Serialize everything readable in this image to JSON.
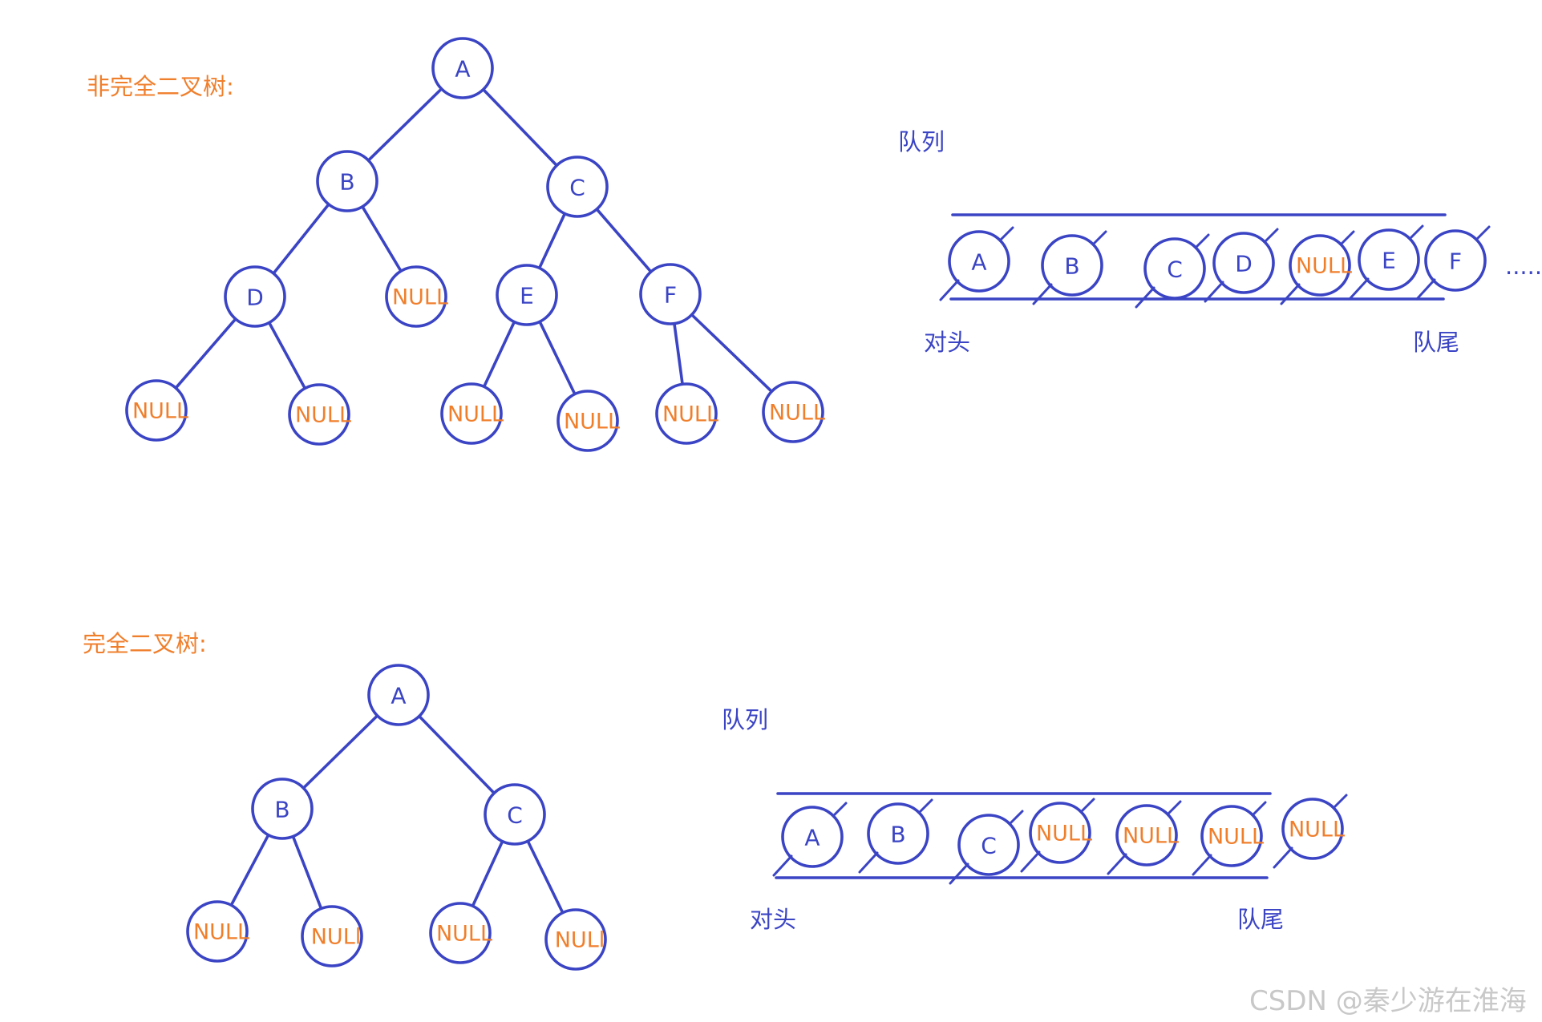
{
  "colors": {
    "ink": "#3a44c4",
    "accent": "#f07f2c",
    "watermark": "#c8c8c8"
  },
  "diagrams": [
    {
      "title": "非完全二叉树:",
      "nodes": [
        {
          "id": "A",
          "label": "A"
        },
        {
          "id": "B",
          "label": "B"
        },
        {
          "id": "C",
          "label": "C"
        },
        {
          "id": "D",
          "label": "D"
        },
        {
          "id": "n1",
          "label": "NULL"
        },
        {
          "id": "E",
          "label": "E"
        },
        {
          "id": "F",
          "label": "F"
        },
        {
          "id": "n2",
          "label": "NULL"
        },
        {
          "id": "n3",
          "label": "NULL"
        },
        {
          "id": "n4",
          "label": "NULL"
        },
        {
          "id": "n5",
          "label": "NULL"
        },
        {
          "id": "n6",
          "label": "NULL"
        },
        {
          "id": "n7",
          "label": "NULL"
        }
      ],
      "edges": [
        [
          "A",
          "B"
        ],
        [
          "A",
          "C"
        ],
        [
          "B",
          "D"
        ],
        [
          "B",
          "n1"
        ],
        [
          "C",
          "E"
        ],
        [
          "C",
          "F"
        ],
        [
          "D",
          "n2"
        ],
        [
          "D",
          "n3"
        ],
        [
          "E",
          "n4"
        ],
        [
          "E",
          "n5"
        ],
        [
          "F",
          "n6"
        ],
        [
          "F",
          "n7"
        ]
      ],
      "queue": {
        "title": "队列",
        "items": [
          "A",
          "B",
          "C",
          "D",
          "NULL",
          "E",
          "F"
        ],
        "ellipsis": "......",
        "head_label": "对头",
        "tail_label": "队尾"
      }
    },
    {
      "title": "完全二叉树:",
      "nodes": [
        {
          "id": "A",
          "label": "A"
        },
        {
          "id": "B",
          "label": "B"
        },
        {
          "id": "C",
          "label": "C"
        },
        {
          "id": "n1",
          "label": "NULL"
        },
        {
          "id": "n2",
          "label": "NULl"
        },
        {
          "id": "n3",
          "label": "NULL"
        },
        {
          "id": "n4",
          "label": "NULl"
        }
      ],
      "edges": [
        [
          "A",
          "B"
        ],
        [
          "A",
          "C"
        ],
        [
          "B",
          "n1"
        ],
        [
          "B",
          "n2"
        ],
        [
          "C",
          "n3"
        ],
        [
          "C",
          "n4"
        ]
      ],
      "queue": {
        "title": "队列",
        "items": [
          "A",
          "B",
          "C",
          "NULL",
          "NULL",
          "NULL",
          "NULL"
        ],
        "head_label": "对头",
        "tail_label": "队尾"
      }
    }
  ],
  "watermark": "CSDN @秦少游在淮海"
}
